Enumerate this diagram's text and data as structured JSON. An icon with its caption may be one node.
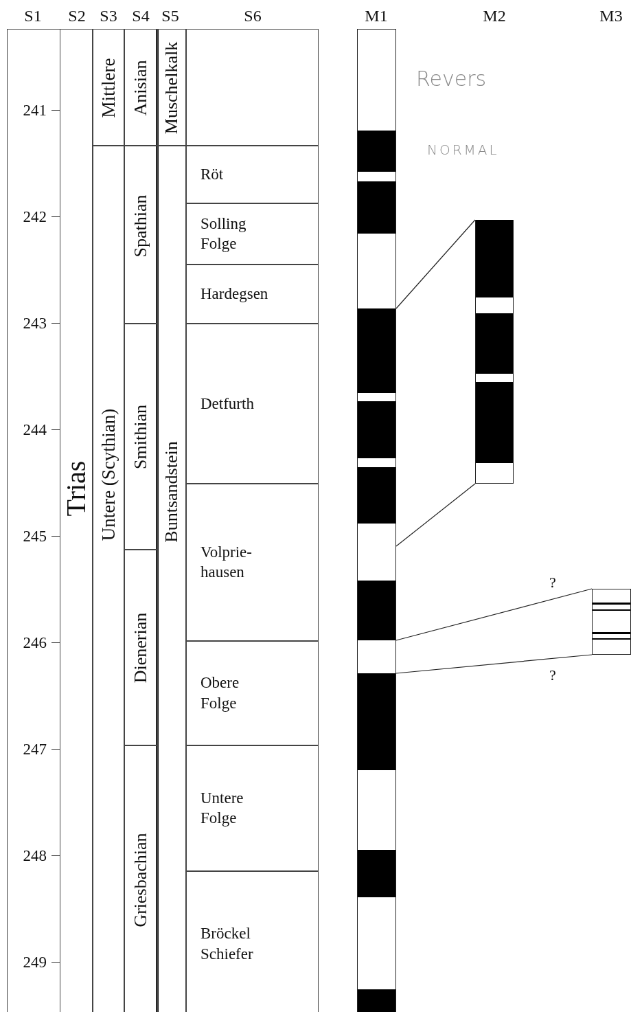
{
  "diagram": {
    "nodes": [
      {
        "text": [
          "Trias"
        ]
      },
      {
        "text": [
          "Mittlere"
        ]
      },
      {
        "text": [
          "Untere (Scythian)"
        ]
      },
      {
        "text": [
          "Anisian"
        ]
      },
      {
        "text": [
          "Spathian"
        ]
      },
      {
        "text": [
          "Smithian"
        ]
      },
      {
        "text": [
          "Dienerian"
        ]
      },
      {
        "text": [
          "Griesbachian"
        ]
      },
      {
        "text": [
          "Muschelkalk"
        ]
      },
      {
        "text": [
          "Buntsandstein"
        ]
      },
      {
        "text": [],
        "shape": "box"
      },
      {
        "text": [
          "Röt"
        ]
      },
      {
        "text": [
          "Solling Folge"
        ]
      },
      {
        "text": [
          "Hardegsen"
        ]
      },
      {
        "text": [
          "Detfurth"
        ]
      },
      {
        "text": [
          "Volprie- hausen"
        ]
      },
      {
        "text": [
          "Obere Folge"
        ]
      },
      {
        "text": [
          "Untere Folge"
        ]
      },
      {
        "text": [
          "Bröckel Schiefer"
        ]
      },
      {
        "text": [],
        "shape": "bar"
      },
      {
        "text": [],
        "shape": "bar"
      },
      {
        "text": [],
        "shape": "bar"
      }
    ],
    "edges": [
      {
        "from": 19,
        "to": 20,
        "arrow": "none"
      },
      {
        "from": 19,
        "to": 20,
        "arrow": "none"
      },
      {
        "from": 19,
        "to": 21,
        "arrow": "none",
        "label": "?"
      },
      {
        "from": 19,
        "to": 21,
        "arrow": "none",
        "label": "?"
      }
    ],
    "labels": [
      "S1",
      "S2",
      "S3",
      "S4",
      "S5",
      "S6",
      "M1",
      "M2",
      "M3",
      "241",
      "242",
      "243",
      "244",
      "245",
      "246",
      "247",
      "248",
      "249",
      "Revers",
      "NORMAL"
    ]
  }
}
